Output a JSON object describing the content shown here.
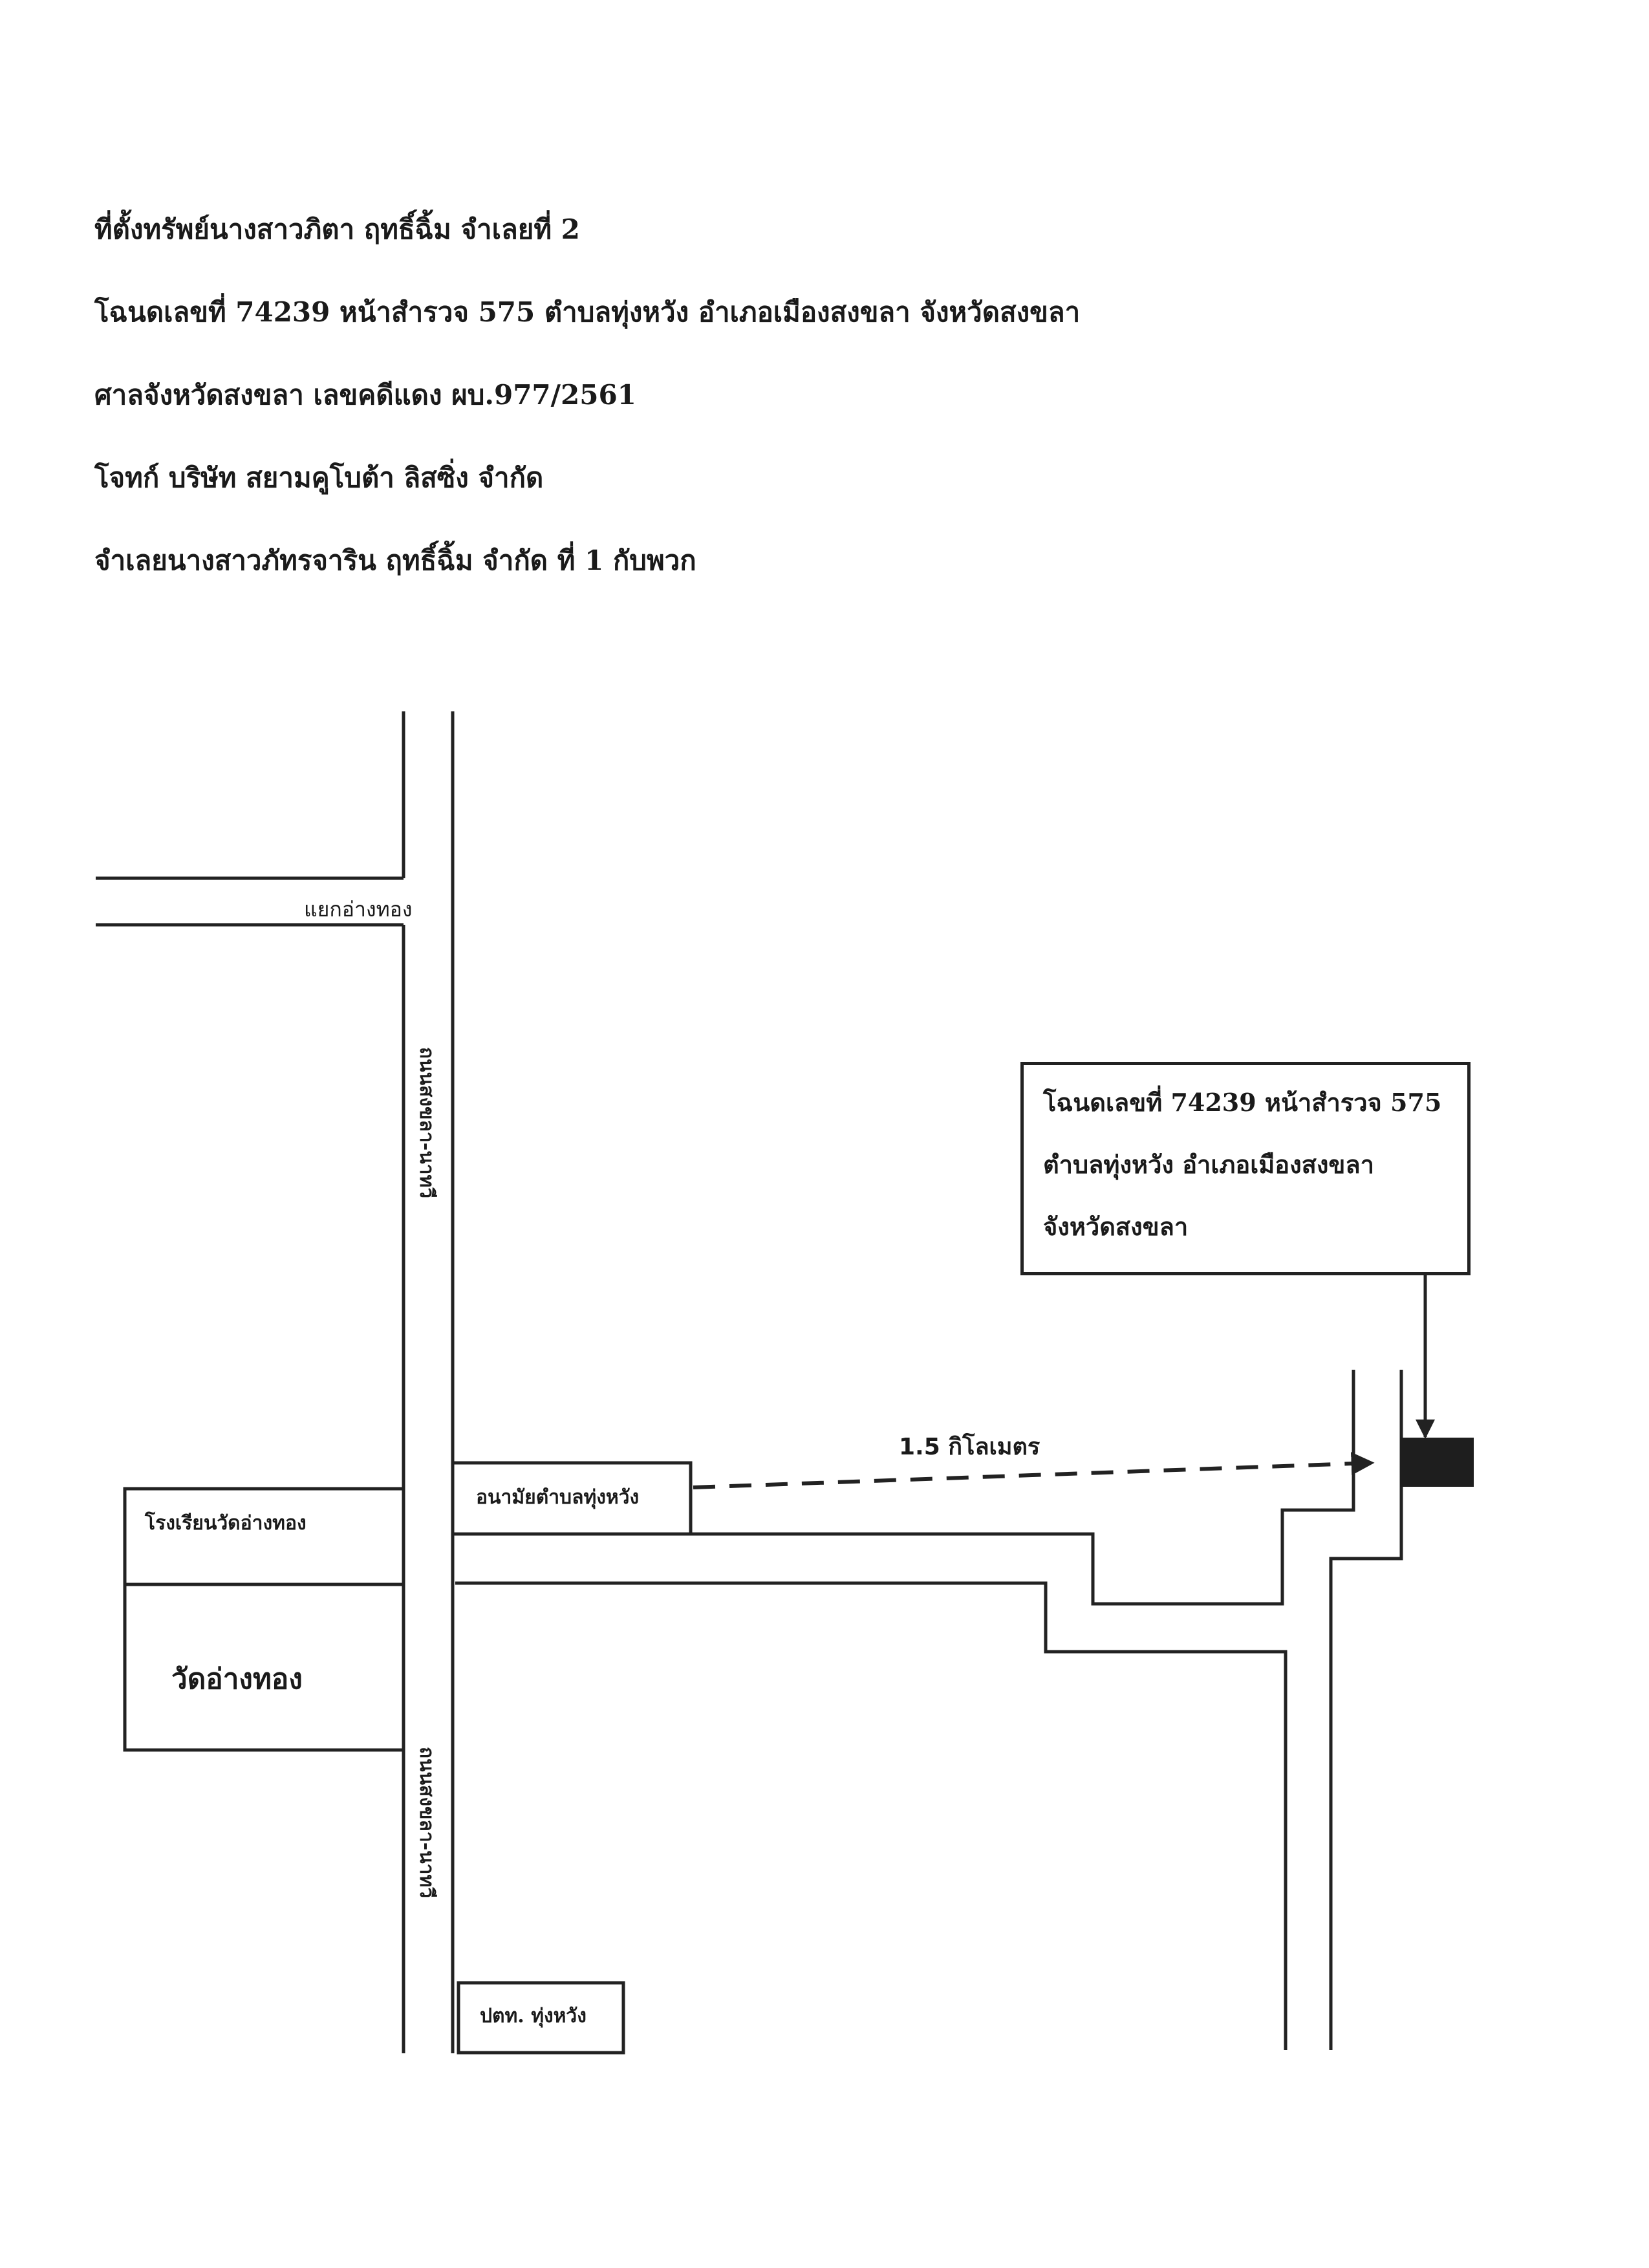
{
  "header": {
    "lines": [
      "ที่ตั้งทรัพย์นางสาวภิตา ฤทธิ์ฉิ้ม จำเลยที่ 2",
      "โฉนดเลขที่ 74239 หน้าสำรวจ 575 ตำบลทุ่งหวัง อำเภอเมืองสงขลา จังหวัดสงขลา",
      "ศาลจังหวัดสงขลา เลขคดีแดง ผบ.977/2561",
      "โจทก์ บริษัท สยามคูโบต้า ลิสซิ่ง จำกัด",
      "จำเลยนางสาวภัทรจาริน ฤทธิ์ฉิ้ม จำกัด ที่ 1 กับพวก"
    ]
  },
  "map": {
    "intersection_label": "แยกอ่างทอง",
    "main_road_label_upper": "ถนนสงขลา-นาทวี",
    "main_road_label_lower": "ถนนสงขลา-นาทวี",
    "school_label": "โรงเรียนวัดอ่างทอง",
    "temple_label": "วัดอ่างทอง",
    "health_center_label": "อนามัยตำบลทุ่งหวัง",
    "police_label": "ปตท. ทุ่งหวัง",
    "distance_label": "1.5 กิโลเมตร",
    "callout_lines": [
      "โฉนดเลขที่ 74239 หน้าสำรวจ 575",
      "ตำบลทุ่งหวัง อำเภอเมืองสงขลา",
      "จังหวัดสงขลา"
    ],
    "colors": {
      "line": "#222222",
      "property_marker": "#1e1e1e"
    },
    "icons": {
      "property_marker": "filled-rectangle",
      "arrow": "arrowhead"
    }
  }
}
